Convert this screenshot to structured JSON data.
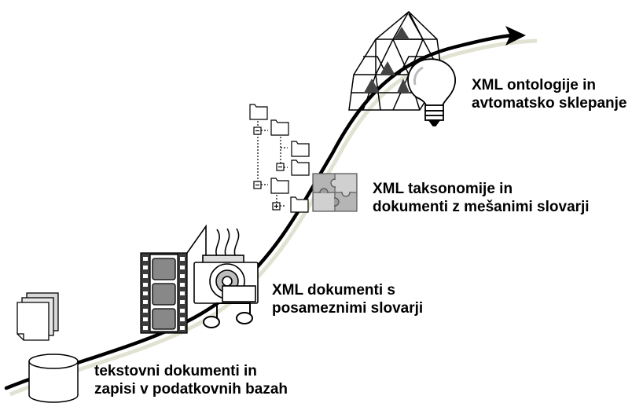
{
  "colors": {
    "curve": "#000000",
    "curve_shadow": "#e2e2d2",
    "icon_stroke": "#000000",
    "icon_fill_dark": "#555555",
    "icon_fill_mid": "#9a9a9a",
    "icon_fill_light": "#c4c4c4",
    "text": "#000000"
  },
  "stages": [
    {
      "icon": "database-and-documents-icon",
      "line1": "tekstovni dokumenti in",
      "line2": "zapisi v podatkovnih bazah"
    },
    {
      "icon": "multimedia-film-camera-music-icon",
      "line1": "XML dokumenti s",
      "line2": "posameznimi slovarji"
    },
    {
      "icon": "folder-tree-puzzle-icon",
      "line1": "XML taksonomije in",
      "line2": "dokumenti z mešanimi slovarji"
    },
    {
      "icon": "geodesic-dome-lightbulb-icon",
      "line1": "XML ontologije in",
      "line2": "avtomatsko sklepanje"
    }
  ]
}
